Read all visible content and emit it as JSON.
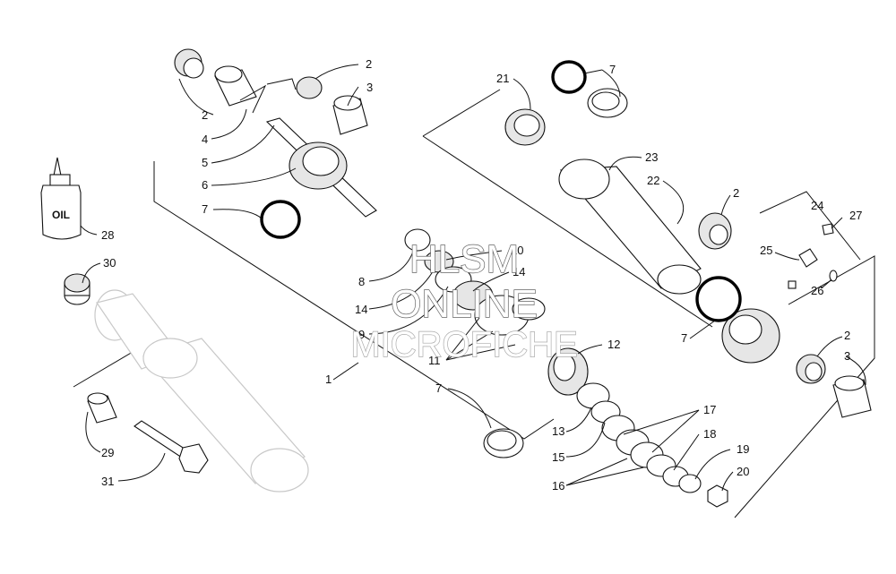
{
  "callouts": [
    {
      "id": "c2a",
      "text": "2"
    },
    {
      "id": "c2b",
      "text": "2"
    },
    {
      "id": "c3a",
      "text": "3"
    },
    {
      "id": "c4",
      "text": "4"
    },
    {
      "id": "c5",
      "text": "5"
    },
    {
      "id": "c6",
      "text": "6"
    },
    {
      "id": "c7a",
      "text": "7"
    },
    {
      "id": "c7b",
      "text": "7"
    },
    {
      "id": "c7c",
      "text": "7"
    },
    {
      "id": "c7d",
      "text": "7"
    },
    {
      "id": "c8",
      "text": "8"
    },
    {
      "id": "c9",
      "text": "9"
    },
    {
      "id": "c10",
      "text": "10"
    },
    {
      "id": "c11",
      "text": "11"
    },
    {
      "id": "c12",
      "text": "12"
    },
    {
      "id": "c13",
      "text": "13"
    },
    {
      "id": "c14a",
      "text": "14"
    },
    {
      "id": "c14b",
      "text": "14"
    },
    {
      "id": "c15",
      "text": "15"
    },
    {
      "id": "c16",
      "text": "16"
    },
    {
      "id": "c17",
      "text": "17"
    },
    {
      "id": "c18",
      "text": "18"
    },
    {
      "id": "c19",
      "text": "19"
    },
    {
      "id": "c20",
      "text": "20"
    },
    {
      "id": "c21",
      "text": "21"
    },
    {
      "id": "c22",
      "text": "22"
    },
    {
      "id": "c23",
      "text": "23"
    },
    {
      "id": "c24",
      "text": "24"
    },
    {
      "id": "c25",
      "text": "25"
    },
    {
      "id": "c26",
      "text": "26"
    },
    {
      "id": "c27",
      "text": "27"
    },
    {
      "id": "c2c",
      "text": "2"
    },
    {
      "id": "c2d",
      "text": "2"
    },
    {
      "id": "c3b",
      "text": "3"
    },
    {
      "id": "c28",
      "text": "28"
    },
    {
      "id": "c29",
      "text": "29"
    },
    {
      "id": "c30",
      "text": "30"
    },
    {
      "id": "c31",
      "text": "31"
    },
    {
      "id": "c1",
      "text": "1"
    }
  ],
  "oil_label": "OIL",
  "watermark": {
    "line1": "HLSM",
    "line2": "ONLINE",
    "line3": "MICROFICHE"
  }
}
